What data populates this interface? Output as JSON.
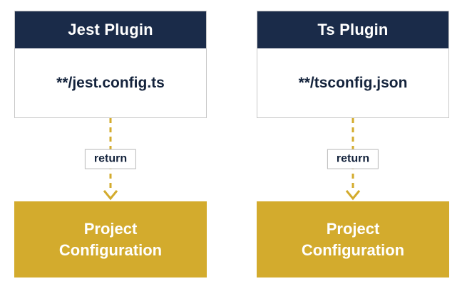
{
  "colors": {
    "navy": "#1a2b49",
    "gold": "#d3ab2d",
    "white": "#ffffff",
    "text_dark": "#14233c",
    "border_gray": "#c8c8c8"
  },
  "columns": [
    {
      "header": "Jest Plugin",
      "pattern": "**/jest.config.ts",
      "arrow_label": "return",
      "target": "Project Configuration"
    },
    {
      "header": "Ts Plugin",
      "pattern": "**/tsconfig.json",
      "arrow_label": "return",
      "target": "Project Configuration"
    }
  ]
}
